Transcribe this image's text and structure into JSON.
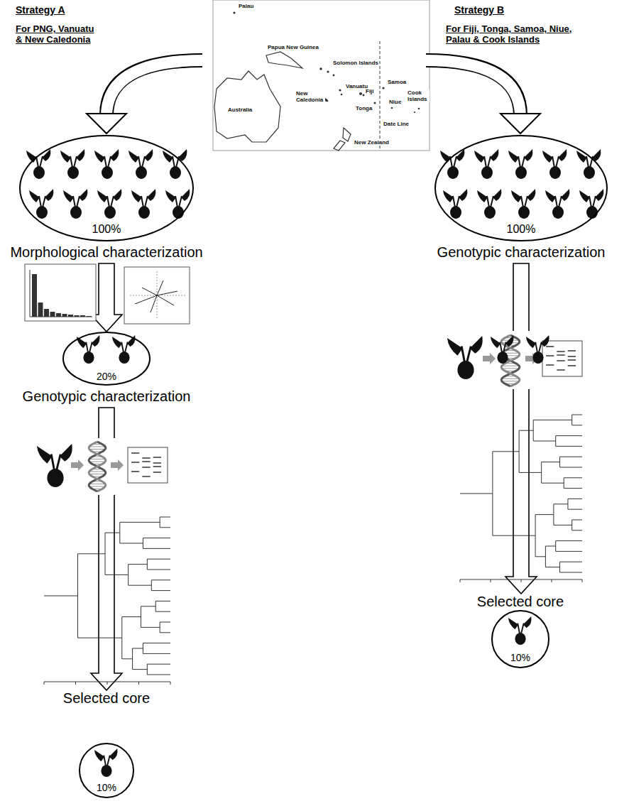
{
  "diagram": {
    "nodes": [
      {
        "text": [
          "100%",
          "Morphological characterization"
        ]
      },
      {
        "text": [
          "20%",
          "Genotypic characterization"
        ]
      },
      {
        "text": [
          "Selected core",
          "10%"
        ]
      },
      {
        "text": [
          "100%",
          "Genotypic characterization"
        ]
      },
      {
        "text": [
          "Selected core",
          "10%"
        ]
      }
    ],
    "edges": [
      {
        "from": 0,
        "to": 1,
        "arrow": "to"
      },
      {
        "from": 1,
        "to": 2,
        "arrow": "to"
      },
      {
        "from": 3,
        "to": 4,
        "arrow": "to"
      }
    ],
    "labels": [
      "Strategy A",
      "For PNG, Vanuatu & New Caledonia",
      "Strategy B",
      "For Fiji, Tonga, Samoa, Niue, Palau & Cook Islands",
      "Palau",
      "Papua New Guinea",
      "Solomon Islands",
      "Vanuatu",
      "Samoa",
      "Niue",
      "New Caledonia",
      "Fiji",
      "Tonga",
      "Cook Islands",
      "Date Line",
      "Australia",
      "New Zealand"
    ]
  }
}
